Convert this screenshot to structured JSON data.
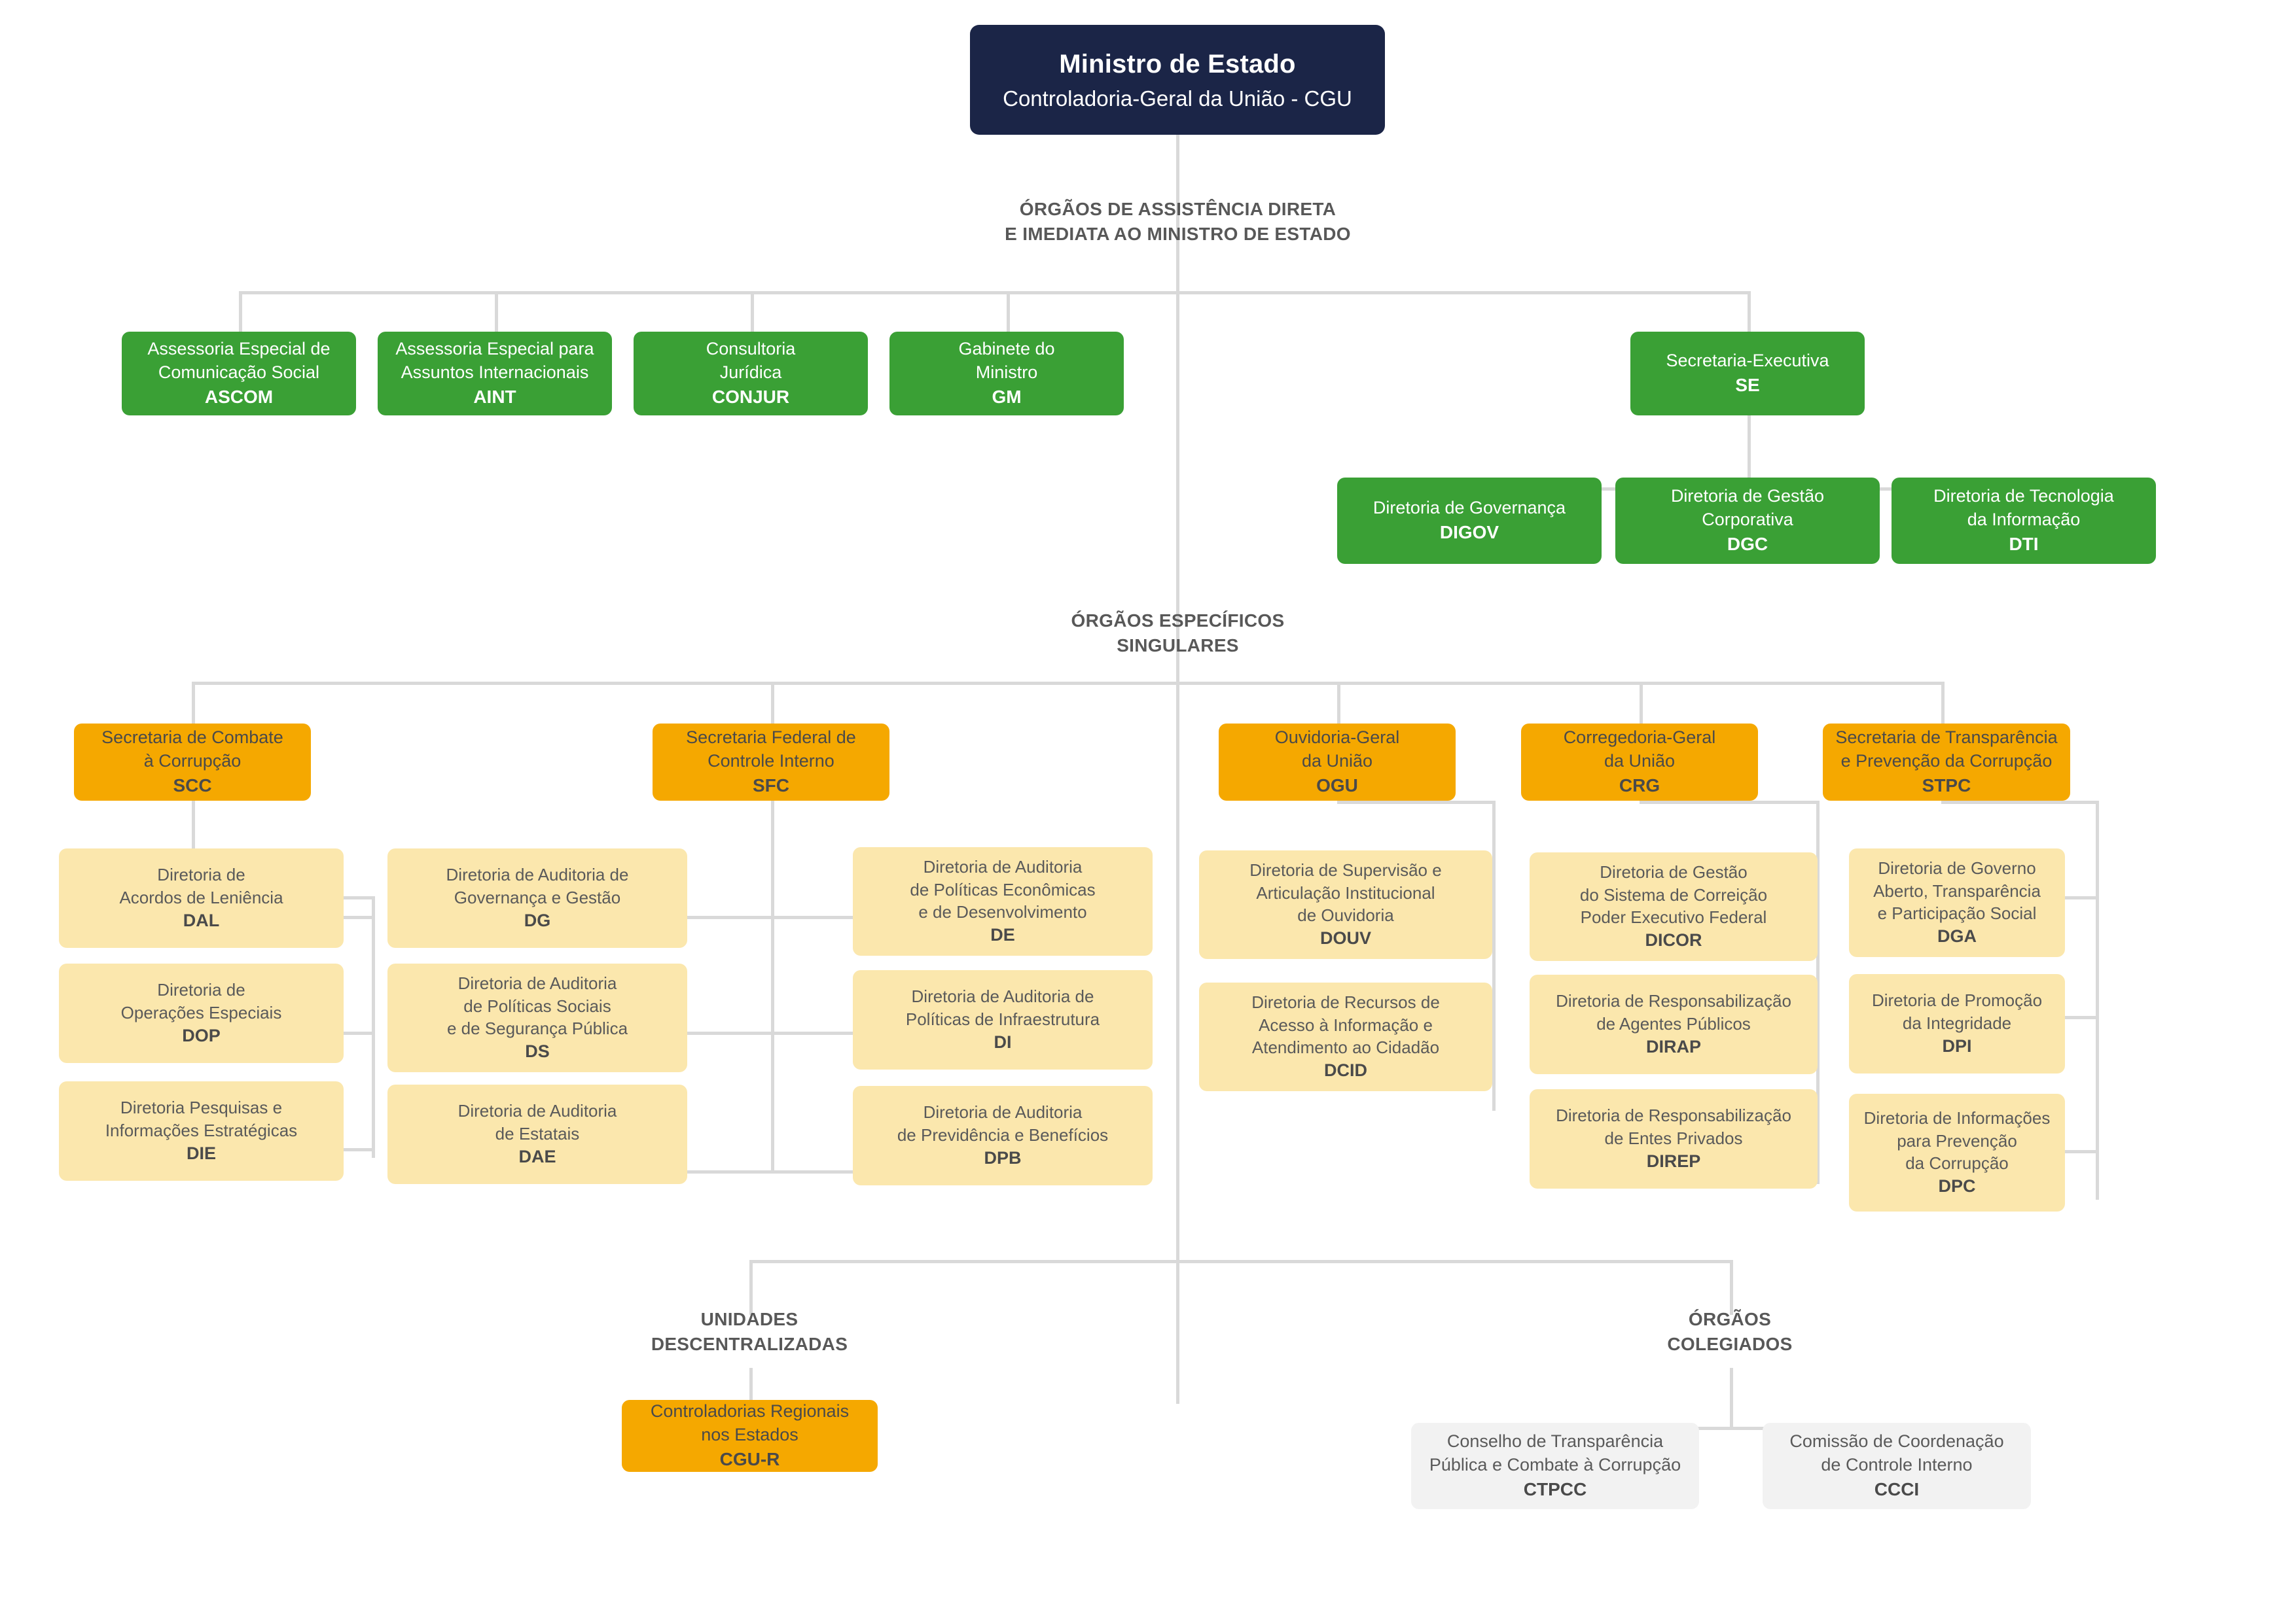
{
  "diagram": {
    "title": "Organograma - Controladoria-Geral da Uniao (CGU)",
    "colors": {
      "root": "#1b2547",
      "green": "#3aa035",
      "orange": "#f5a800",
      "light_yellow": "#fbe7ad",
      "grey": "#f2f2f2",
      "connector": "#d9d9d9",
      "text_dark": "#4a4a4a",
      "text_white": "#ffffff"
    }
  },
  "root": {
    "title": "Ministro de Estado",
    "subtitle": "Controladoria-Geral da União - CGU"
  },
  "sections": {
    "assistencia_direta": "ÓRGÃOS DE ASSISTÊNCIA DIRETA\nE IMEDIATA AO MINISTRO DE ESTADO",
    "especificos_singulares": "ÓRGÃOS ESPECÍFICOS\nSINGULARES",
    "unidades_descentralizadas": "UNIDADES\nDESCENTRALIZADAS",
    "orgaos_colegiados": "ÓRGÃOS\nCOLEGIADOS"
  },
  "assistencia_direta_nodes": [
    {
      "title": "Assessoria Especial de\nComunicação Social",
      "acronym": "ASCOM"
    },
    {
      "title": "Assessoria Especial para\nAssuntos Internacionais",
      "acronym": "AINT"
    },
    {
      "title": "Consultoria\nJurídica",
      "acronym": "CONJUR"
    },
    {
      "title": "Gabinete do\nMinistro",
      "acronym": "GM"
    }
  ],
  "secretaria_executiva": {
    "title": "Secretaria-Executiva",
    "acronym": "SE",
    "children": [
      {
        "title": "Diretoria de Governança",
        "acronym": "DIGOV"
      },
      {
        "title": "Diretoria de Gestão\nCorporativa",
        "acronym": "DGC"
      },
      {
        "title": "Diretoria de Tecnologia\nda Informação",
        "acronym": "DTI"
      }
    ]
  },
  "especificos_singulares": [
    {
      "title": "Secretaria de Combate\nà Corrupção",
      "acronym": "SCC",
      "children": [
        {
          "title": "Diretoria de\nAcordos de Leniência",
          "acronym": "DAL"
        },
        {
          "title": "Diretoria de\nOperações Especiais",
          "acronym": "DOP"
        },
        {
          "title": "Diretoria Pesquisas e\nInformações Estratégicas",
          "acronym": "DIE"
        }
      ]
    },
    {
      "title": "Secretaria Federal de\nControle Interno",
      "acronym": "SFC",
      "children_left": [
        {
          "title": "Diretoria de Auditoria de\nGovernança e Gestão",
          "acronym": "DG"
        },
        {
          "title": "Diretoria de Auditoria\nde Políticas Sociais\ne de Segurança Pública",
          "acronym": "DS"
        },
        {
          "title": "Diretoria de Auditoria\nde Estatais",
          "acronym": "DAE"
        }
      ],
      "children_right": [
        {
          "title": "Diretoria de Auditoria\nde Políticas Econômicas\ne de Desenvolvimento",
          "acronym": "DE"
        },
        {
          "title": "Diretoria de Auditoria de\nPolíticas de Infraestrutura",
          "acronym": "DI"
        },
        {
          "title": "Diretoria de Auditoria\nde Previdência e Benefícios",
          "acronym": "DPB"
        }
      ]
    },
    {
      "title": "Ouvidoria-Geral\nda União",
      "acronym": "OGU",
      "children": [
        {
          "title": "Diretoria de Supervisão e\nArticulação Institucional\nde Ouvidoria",
          "acronym": "DOUV"
        },
        {
          "title": "Diretoria de Recursos de\nAcesso à Informação e\nAtendimento ao Cidadão",
          "acronym": "DCID"
        }
      ]
    },
    {
      "title": "Corregedoria-Geral\nda União",
      "acronym": "CRG",
      "children": [
        {
          "title": "Diretoria de Gestão\ndo Sistema de Correição\nPoder Executivo Federal",
          "acronym": "DICOR"
        },
        {
          "title": "Diretoria de Responsabilização\nde Agentes Públicos",
          "acronym": "DIRAP"
        },
        {
          "title": "Diretoria de Responsabilização\nde Entes Privados",
          "acronym": "DIREP"
        }
      ]
    },
    {
      "title": "Secretaria de Transparência\ne Prevenção da Corrupção",
      "acronym": "STPC",
      "children": [
        {
          "title": "Diretoria de Governo\nAberto, Transparência\ne Participação Social",
          "acronym": "DGA"
        },
        {
          "title": "Diretoria de Promoção\nda Integridade",
          "acronym": "DPI"
        },
        {
          "title": "Diretoria de Informações\npara Prevenção\nda Corrupção",
          "acronym": "DPC"
        }
      ]
    }
  ],
  "unidades_descentralizadas": [
    {
      "title": "Controladorias Regionais\nnos Estados",
      "acronym": "CGU-R"
    }
  ],
  "orgaos_colegiados": [
    {
      "title": "Conselho de Transparência\nPública e Combate à Corrupção",
      "acronym": "CTPCC"
    },
    {
      "title": "Comissão de Coordenação\nde Controle Interno",
      "acronym": "CCCI"
    }
  ]
}
